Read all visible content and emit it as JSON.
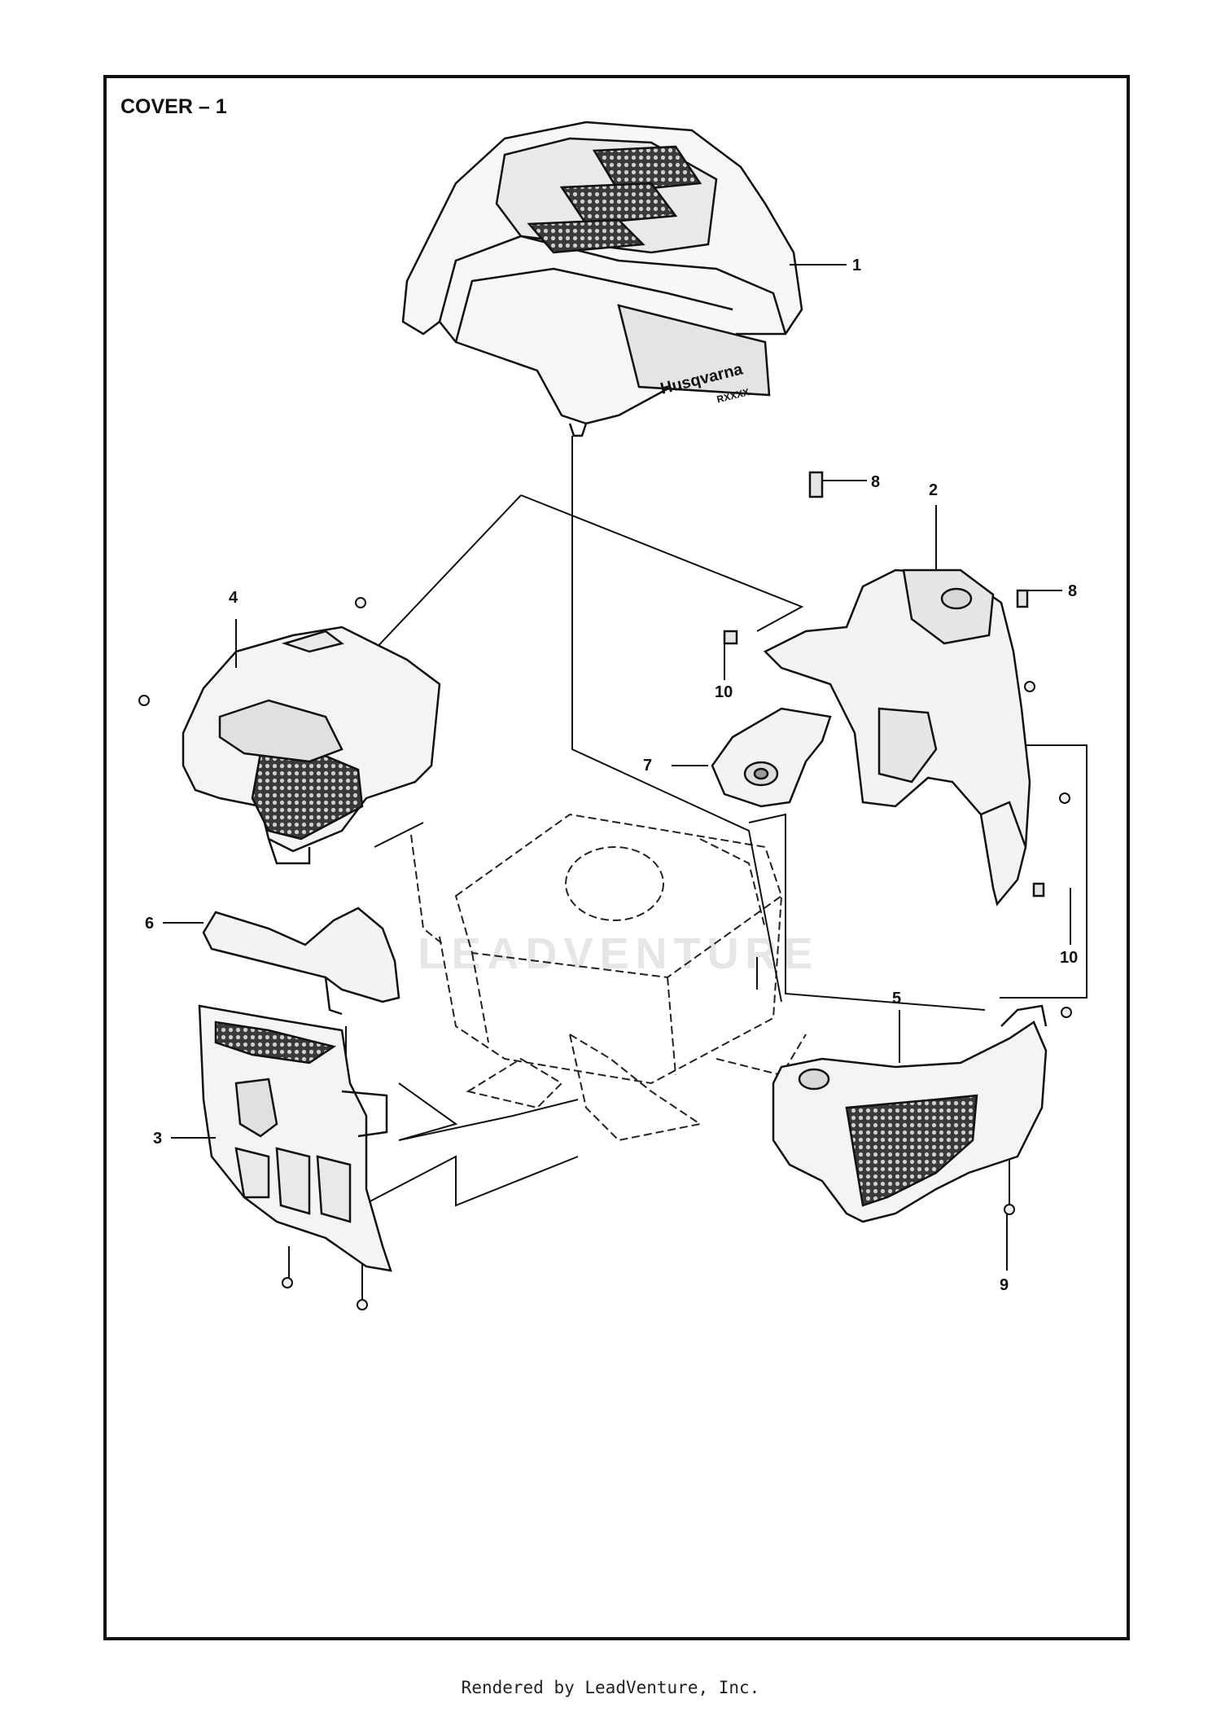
{
  "diagram": {
    "title": "COVER – 1",
    "watermark": "LEADVENTURE",
    "brand_text": "Husqvarna",
    "model_text": "RXXXX",
    "callouts": [
      {
        "id": "c1",
        "label": "1"
      },
      {
        "id": "c2",
        "label": "2"
      },
      {
        "id": "c3",
        "label": "3"
      },
      {
        "id": "c4",
        "label": "4"
      },
      {
        "id": "c5",
        "label": "5"
      },
      {
        "id": "c6",
        "label": "6"
      },
      {
        "id": "c7",
        "label": "7"
      },
      {
        "id": "c8a",
        "label": "8"
      },
      {
        "id": "c8b",
        "label": "8"
      },
      {
        "id": "c9",
        "label": "9"
      },
      {
        "id": "c10a",
        "label": "10"
      },
      {
        "id": "c10b",
        "label": "10"
      }
    ]
  },
  "footer": {
    "text": "Rendered by LeadVenture, Inc."
  },
  "colors": {
    "line": "#111111",
    "fill_light": "#f2f2f2",
    "mesh": "#444444",
    "watermark": "#e6e6e6"
  }
}
